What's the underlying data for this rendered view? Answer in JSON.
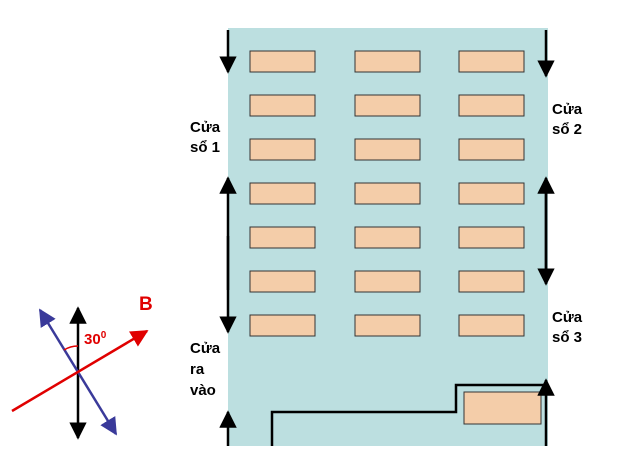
{
  "diagram": {
    "colors": {
      "room_fill": "#bcdfe0",
      "desk_fill": "#f4cda9",
      "desk_stroke": "#333333",
      "wall": "#000000",
      "field_b": "#e00000",
      "needle": "#3a3a9a",
      "vertical_axis": "#000000"
    },
    "desks": {
      "rows": 7,
      "columns": 3
    },
    "windows": {
      "left": {
        "line1": "Cửa",
        "line2": "sổ 1"
      },
      "right_top": {
        "line1": "Cửa",
        "line2": "sổ 2"
      },
      "right_bottom": {
        "line1": "Cửa",
        "line2": "sổ 3"
      }
    },
    "door": {
      "line1": "Cửa",
      "line2": "ra",
      "line3": "vào"
    },
    "field": {
      "label": "B",
      "angle_value": "30",
      "angle_exponent": "0"
    }
  }
}
